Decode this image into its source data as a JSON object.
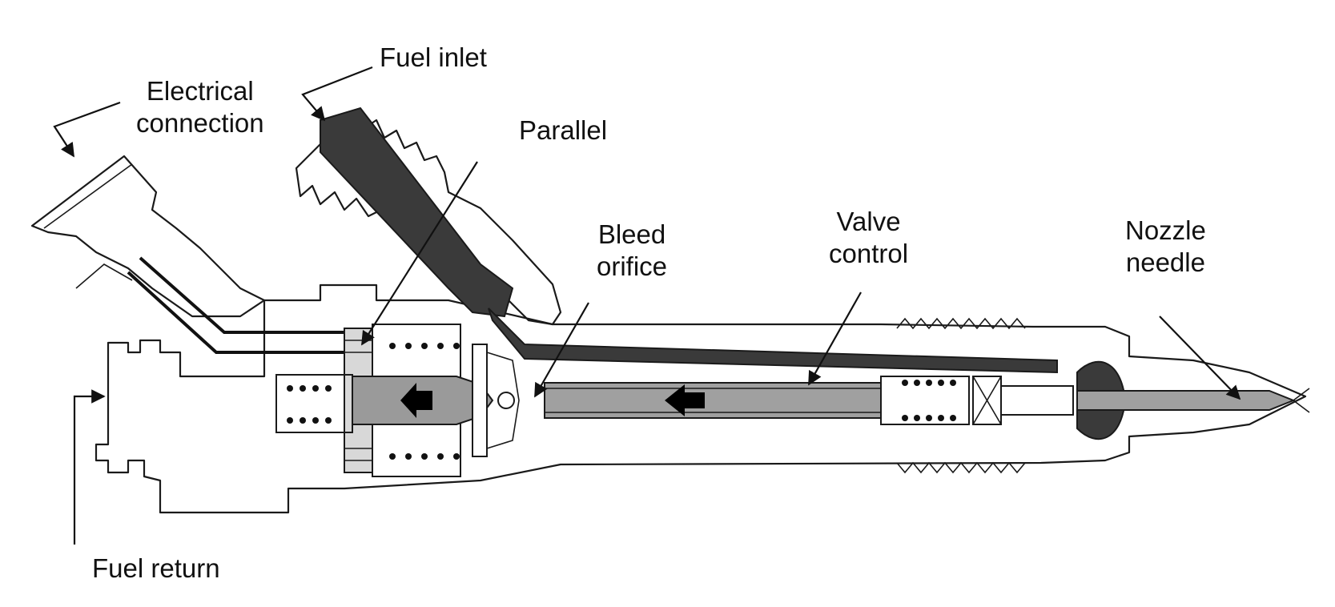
{
  "labels": {
    "fuel_inlet": "Fuel inlet",
    "electrical_connection": [
      "Electrical",
      "connection"
    ],
    "parallel": "Parallel",
    "bleed_orifice": [
      "Bleed",
      "orifice"
    ],
    "valve_control": [
      "Valve",
      "control"
    ],
    "nozzle_needle": [
      "Nozzle",
      "needle"
    ],
    "fuel_return": "Fuel return"
  },
  "colors": {
    "line": "#1a1a1a",
    "fuel_passage": "#3a3a3a",
    "plunger_fill": "#9a9a9a",
    "housing_fill": "#ffffff"
  }
}
